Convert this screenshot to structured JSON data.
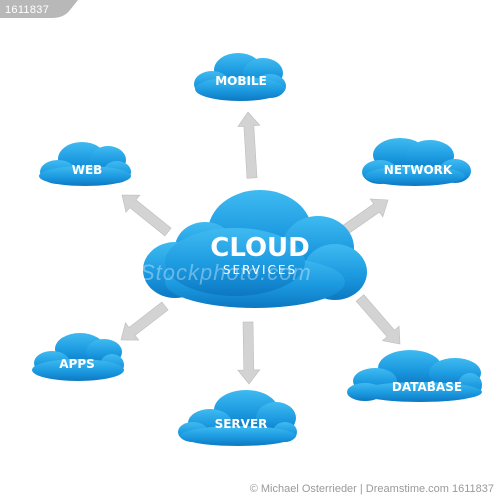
{
  "colors": {
    "cloud_main": "#1c9ae0",
    "cloud_light": "#37b6ef",
    "cloud_dark": "#0a6fb8",
    "arrow": "#d3d3d3",
    "arrow_edge": "#bdbdbd",
    "label": "#ffffff",
    "background": "#ffffff"
  },
  "center": {
    "title": "CLOUD",
    "subtitle": "SERVICES"
  },
  "nodes": [
    {
      "id": "mobile",
      "label": "MOBILE"
    },
    {
      "id": "web",
      "label": "WEB"
    },
    {
      "id": "network",
      "label": "NETWORK"
    },
    {
      "id": "apps",
      "label": "APPS"
    },
    {
      "id": "database",
      "label": "DATABASE"
    },
    {
      "id": "server",
      "label": "SERVER"
    }
  ],
  "watermark": {
    "top": "1611837",
    "center": "Stockphoto.com",
    "bottom": "© Michael Osterrieder | Dreamstime.com 1611837"
  },
  "icons": {
    "arrows": "arrow-icon",
    "clouds": "cloud-icon"
  }
}
